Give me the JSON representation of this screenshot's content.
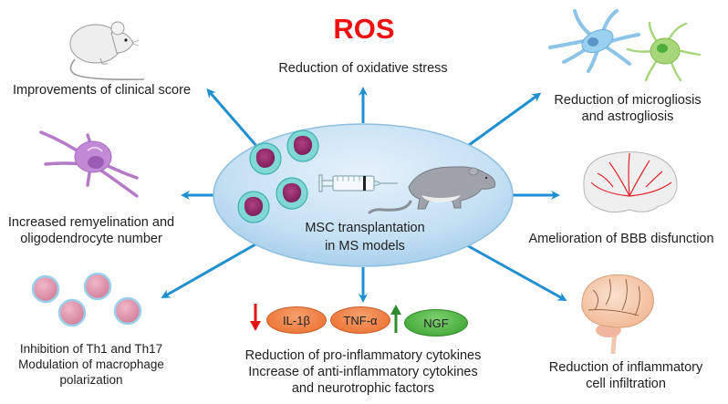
{
  "title": "ROS",
  "center": {
    "line1": "MSC transplantation",
    "line2": "in MS models"
  },
  "outcomes": {
    "top": "Reduction of oxidative stress",
    "top_left": "Improvements of clinical score",
    "top_right": {
      "line1": "Reduction of microgliosis",
      "line2": "and astrogliosis"
    },
    "left": {
      "line1": "Increased remyelination and",
      "line2": "oligodendrocyte number"
    },
    "right": "Amelioration of BBB disfunction",
    "bottom_left": {
      "line1": "Inhibition of Th1 and Th17",
      "line2": "Modulation of macrophage",
      "line3": "polarization"
    },
    "bottom": {
      "line1": "Reduction of pro-inflammatory cytokines",
      "line2": "Increase of anti-inflammatory cytokines",
      "line3": "and neurotrophic factors"
    },
    "bottom_right": {
      "line1": "Reduction of inflammatory",
      "line2": "cell infiltration"
    }
  },
  "cytokines": [
    {
      "label": "IL-1β",
      "direction": "down",
      "color": "#ee7a3c"
    },
    {
      "label": "TNF-α",
      "direction": "down",
      "color": "#ee7a3c"
    },
    {
      "label": "NGF",
      "direction": "up",
      "color": "#4aae3e"
    }
  ],
  "colors": {
    "title": "#ee1111",
    "arrow": "#1e8fd0",
    "ellipse_fill": "#bcdcf0",
    "down_arrow": "#e01515",
    "up_arrow": "#2e8b2e"
  },
  "icons": [
    "mouse-icon",
    "astrocyte-icon",
    "microglia-icon",
    "oligodendrocyte-icon",
    "brain-vessels-icon",
    "lymphocyte-icon",
    "brain-icon",
    "msc-cell-icon",
    "syringe-icon",
    "rat-icon"
  ]
}
